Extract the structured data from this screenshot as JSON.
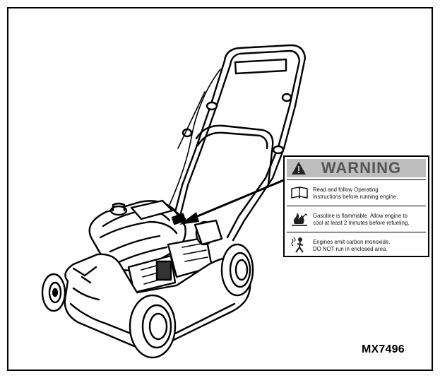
{
  "figure": {
    "id": "MX7496"
  },
  "warning_label": {
    "title": "WARNING",
    "rows": [
      {
        "icon": "manual-book-icon",
        "text": "Read and follow Operating\nInstructions before running engine."
      },
      {
        "icon": "fuel-fire-icon",
        "text": "Gasoline is flammable. Allow engine to\ncool at least 2 minutes before refueling."
      },
      {
        "icon": "exhaust-person-icon",
        "text": "Engines emit carbon monoxide.\nDO NOT run in enclosed area."
      }
    ]
  }
}
